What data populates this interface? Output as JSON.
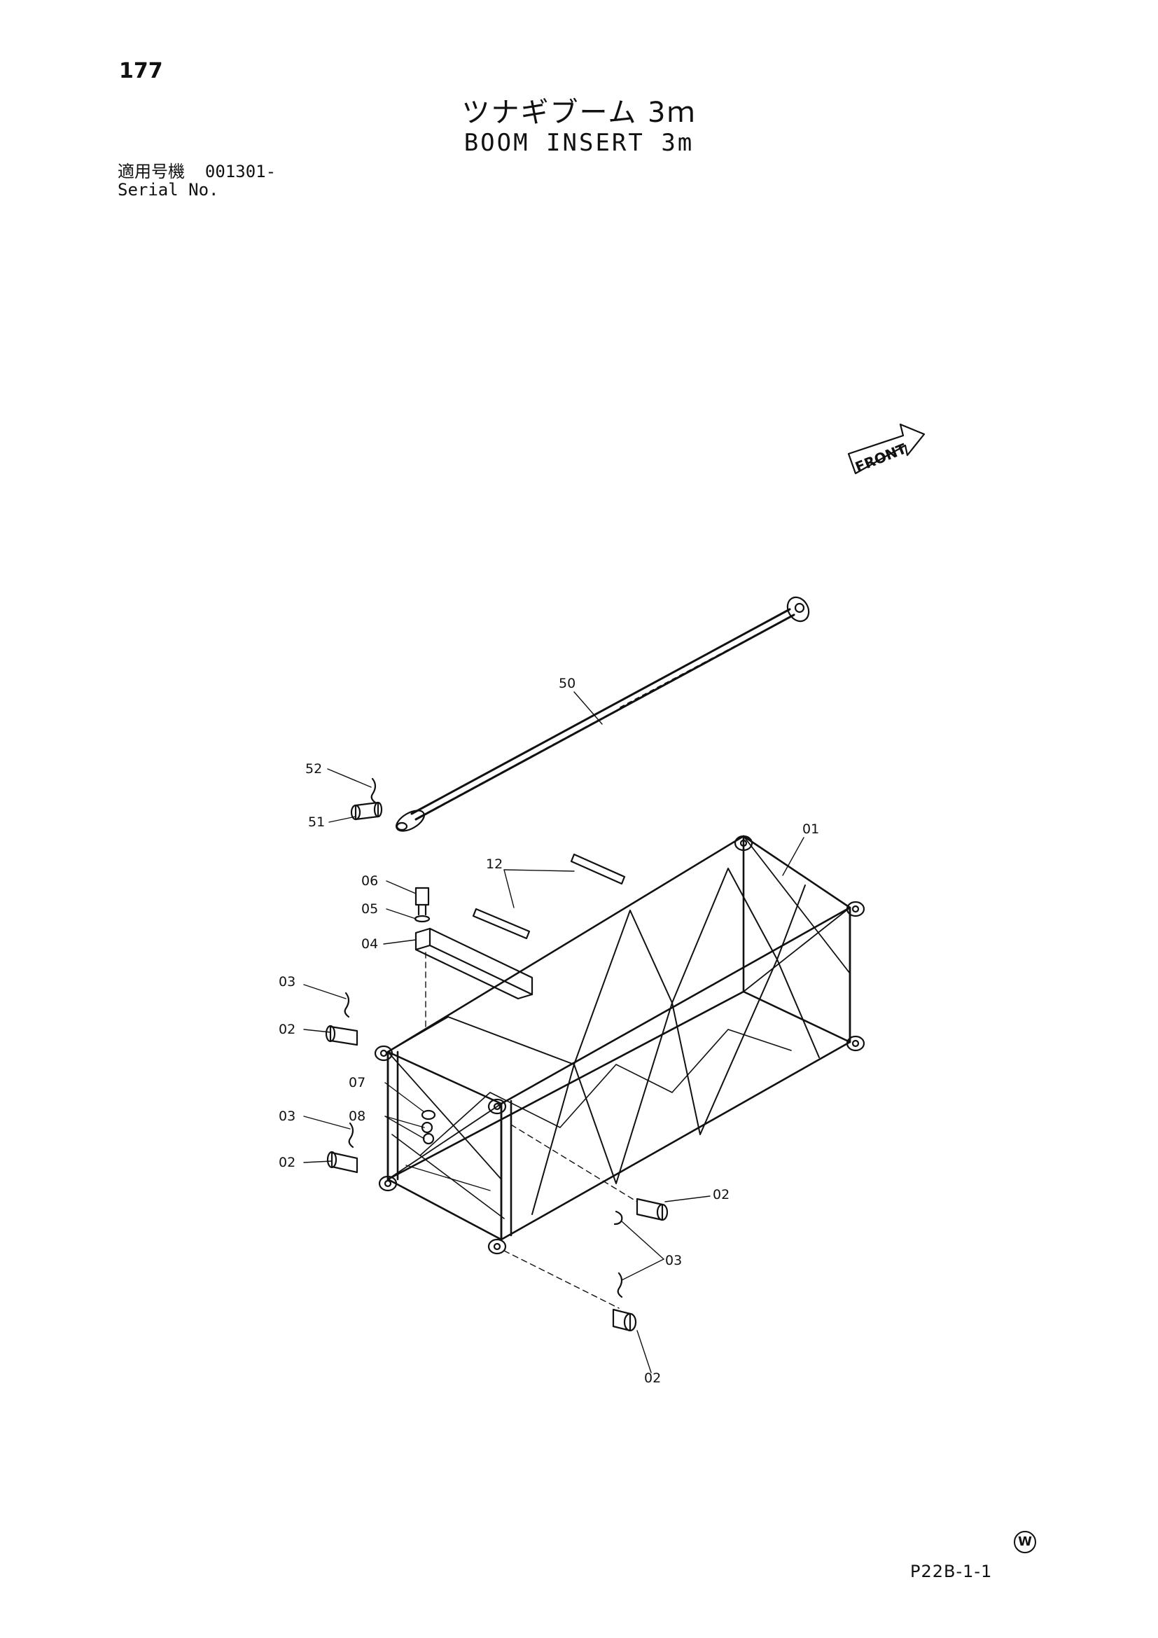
{
  "header": {
    "page_number": "177",
    "title_jp": "ツナギブーム 3ｍ",
    "title_en": "BOOM INSERT 3m",
    "serial_label_jp": "適用号機",
    "serial_value": "001301-",
    "serial_label_en": "Serial No."
  },
  "diagram": {
    "front_label": "FRONT",
    "callouts": {
      "c50": "50",
      "c52": "52",
      "c51": "51",
      "c12": "12",
      "c01": "01",
      "c06": "06",
      "c05": "05",
      "c04": "04",
      "c03a": "03",
      "c02a": "02",
      "c07": "07",
      "c08": "08",
      "c03b": "03",
      "c02b": "02",
      "c02c": "02",
      "c03c": "03",
      "c02d": "02"
    }
  },
  "footer": {
    "w_mark": "W",
    "sheet_code": "P22B-1-1"
  }
}
